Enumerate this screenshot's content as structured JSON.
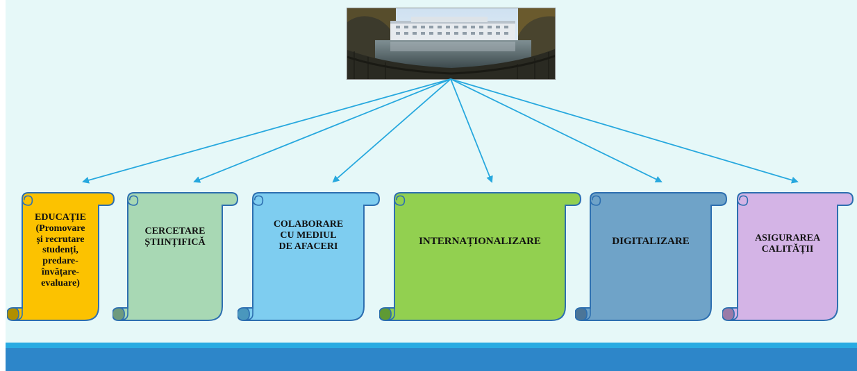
{
  "diagram": {
    "hub": {
      "image": "panorama photo of university building beside a river with railing"
    },
    "scrolls": [
      {
        "id": "educatie",
        "label": "EDUCAȚIE\n(Promovare\nși recrutare\nstudenți,\npredare-\nînvățare-\nevaluare)",
        "fill": "#fcc200",
        "curl": "#b08f00"
      },
      {
        "id": "cercetare",
        "label": "CERCETARE\nȘTIINȚIFICĂ",
        "fill": "#a8d8b4",
        "curl": "#6e9a7e"
      },
      {
        "id": "colaborare",
        "label": "COLABORARE\nCU MEDIUL\nDE AFACERI",
        "fill": "#7ecdf0",
        "curl": "#4a97bd"
      },
      {
        "id": "internationalizare",
        "label": "INTERNAȚIONALIZARE",
        "fill": "#92d050",
        "curl": "#5f9a35"
      },
      {
        "id": "digitalizare",
        "label": "DIGITALIZARE",
        "fill": "#6fa3c8",
        "curl": "#4b7598"
      },
      {
        "id": "asigurarea",
        "label": "ASIGURAREA\nCALITĂȚII",
        "fill": "#d4b4e6",
        "curl": "#9a7ba8"
      }
    ],
    "colors": {
      "background": "#e6f8f8",
      "arrow": "#27a8de",
      "scroll_outline": "#2d6fb0",
      "band_light": "#29abe2",
      "band_dark": "#2d86c9"
    }
  }
}
